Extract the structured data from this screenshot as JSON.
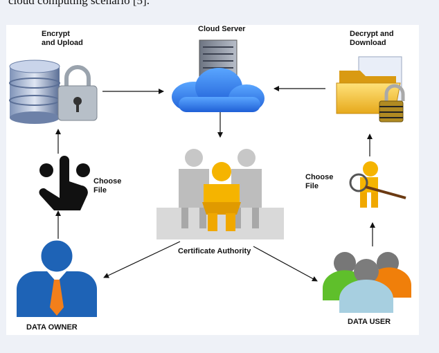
{
  "header_fragment": "cloud computing scenario [5].",
  "diagram": {
    "labels": {
      "encrypt_upload": "Encrypt\nand Upload",
      "cloud_server": "Cloud Server",
      "decrypt_download": "Decrypt and\nDownload",
      "choose_file_left": "Choose\nFile",
      "choose_file_right": "Choose\nFile",
      "certificate_authority": "Certificate Authority",
      "data_owner": "DATA OWNER",
      "data_user": "DATA USER"
    }
  }
}
